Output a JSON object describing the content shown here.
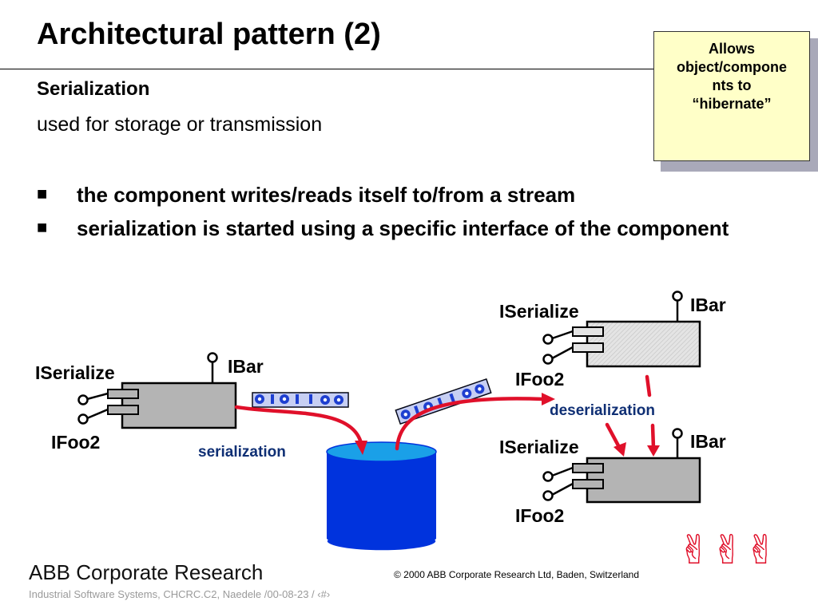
{
  "slide": {
    "title": "Architectural pattern (2)",
    "subheading": "Serialization",
    "subtext": "used for storage or transmission",
    "bullets": [
      "the component writes/reads itself to/from a stream",
      "serialization is started using a specific interface of the component"
    ],
    "bullet_marker": "■"
  },
  "callout": {
    "lines": [
      "Allows",
      "object/compone",
      "nts to",
      "“hibernate”"
    ]
  },
  "diagram": {
    "left_component": {
      "iserialize": "ISerialize",
      "ibar": "IBar",
      "ifoo2": "IFoo2"
    },
    "right_top_component": {
      "iserialize": "ISerialize",
      "ibar": "IBar",
      "ifoo2": "IFoo2"
    },
    "right_bottom_component": {
      "iserialize": "ISerialize",
      "ibar": "IBar",
      "ifoo2": "IFoo2"
    },
    "serialization_label": "serialization",
    "deserialization_label": "deserialization",
    "stream_symbols": [
      "O",
      "I",
      "O",
      "I",
      "I",
      "O",
      "O"
    ],
    "colors": {
      "component_fill": "#b4b4b4",
      "storage_blue": "#0033dd",
      "storage_top": "#1aa0e8",
      "arrow_red": "#e0102a",
      "label_blue": "#0f2f74",
      "callout_bg": "#ffffc8"
    }
  },
  "footer": {
    "organization": "ABB Corporate Research",
    "copyright": "© 2000 ABB Corporate Research Ltd, Baden, Switzerland",
    "subline": "Industrial Software Systems, CHCRC.C2, Naedele /00-08-23 / ‹#›",
    "logo_glyphs": "✌✌✌"
  }
}
